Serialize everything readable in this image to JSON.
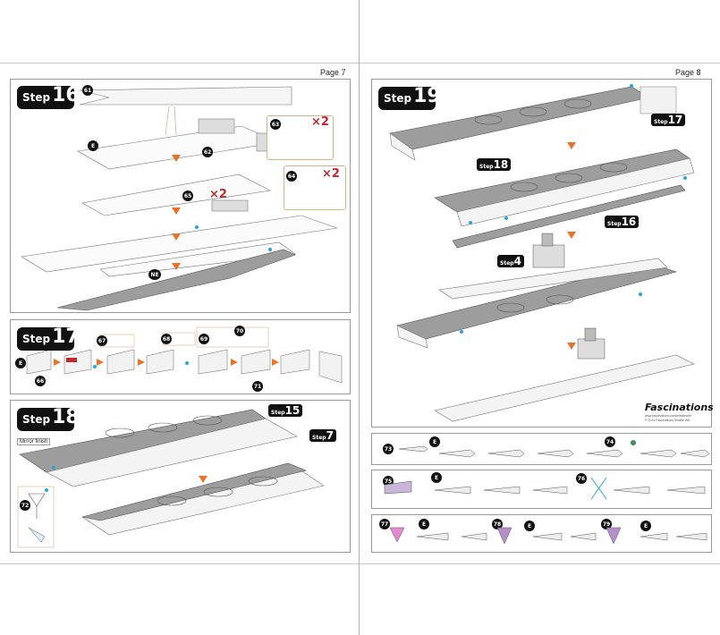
{
  "pages": {
    "left": {
      "page_label": "Page 7",
      "step16": {
        "word": "Step",
        "number": "16",
        "parts": [
          "61",
          "62",
          "63",
          "64",
          "65"
        ],
        "mult_63": "×2",
        "mult_64": "×2",
        "marker_e": "E",
        "marker_ne": "NE"
      },
      "step17": {
        "word": "Step",
        "number": "17",
        "parts": [
          "66",
          "67",
          "68",
          "69",
          "70",
          "71"
        ],
        "marker_e": "E"
      },
      "step18": {
        "word": "Step",
        "number": "18",
        "parts": [
          "72"
        ],
        "ref_a_word": "Step",
        "ref_a_number": "15",
        "ref_b_word": "Step",
        "ref_b_number": "7",
        "mirror_label": "Mirror finish"
      }
    },
    "right": {
      "page_label": "Page 8",
      "step19": {
        "word": "Step",
        "number": "19",
        "ref1_word": "Step",
        "ref1_number": "17",
        "ref2_word": "Step",
        "ref2_number": "18",
        "ref3_word": "Step",
        "ref3_number": "16",
        "ref4_word": "Step",
        "ref4_number": "4"
      },
      "brand": {
        "name": "Fascinations",
        "line1": "www.fascinations.com/metalearth",
        "line2": "© 2014 Fascinations Seattle WA"
      },
      "aircraft": {
        "parts": [
          "73",
          "74",
          "75",
          "76",
          "77",
          "78",
          "79"
        ],
        "marker_e": "E"
      }
    }
  },
  "colors": {
    "accent_orange": "#e8742c",
    "panel_border": "#9a9a9a",
    "badge_black": "#111111",
    "callout_red": "#c0282d",
    "hull_gray": "#9d9d9d",
    "point_blue": "#2aa4d9"
  }
}
